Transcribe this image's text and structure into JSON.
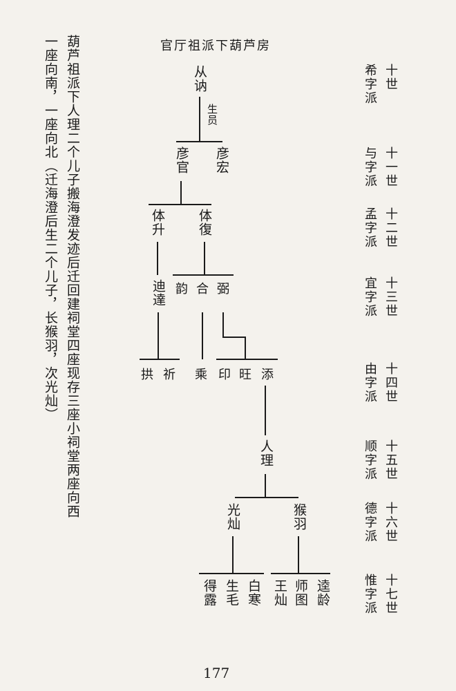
{
  "title": "官厅祖派下葫芦房",
  "note": {
    "line1": "葫芦祖派下人理二个儿子搬海澄发迹后迁回建祠堂四座现存三座小祠堂两座向西",
    "line2": "一座向南，一座向北（迁海澄后生二个儿子，长猴羽，次光灿）"
  },
  "generations": [
    {
      "gen": "十世",
      "pai": "希字派"
    },
    {
      "gen": "十一世",
      "pai": "与字派"
    },
    {
      "gen": "十二世",
      "pai": "孟字派"
    },
    {
      "gen": "十三世",
      "pai": "宜字派"
    },
    {
      "gen": "十四世",
      "pai": "由字派"
    },
    {
      "gen": "十五世",
      "pai": "顺字派"
    },
    {
      "gen": "十六世",
      "pai": "德字派"
    },
    {
      "gen": "十七世",
      "pai": "惟字派"
    }
  ],
  "tree": {
    "congna": "从讷",
    "shengyuan": "生员",
    "yanguan": "彦官",
    "yanhong": "彦宏",
    "tisheng": "体升",
    "tifu": "体復",
    "dida": "迪達",
    "yun": "韵",
    "he": "合",
    "bi": "弼",
    "gong": "拱",
    "qi": "祈",
    "cheng": "乘",
    "yin": "印",
    "wang": "旺",
    "tian": "添",
    "renli": "人理",
    "guangcan": "光灿",
    "houyu": "猴羽",
    "delu": "得露",
    "shengmao": "生毛",
    "baihan": "白寒",
    "wangcan": "王灿",
    "shitu": "师图",
    "lualing": "逵龄"
  },
  "page_number": "177"
}
